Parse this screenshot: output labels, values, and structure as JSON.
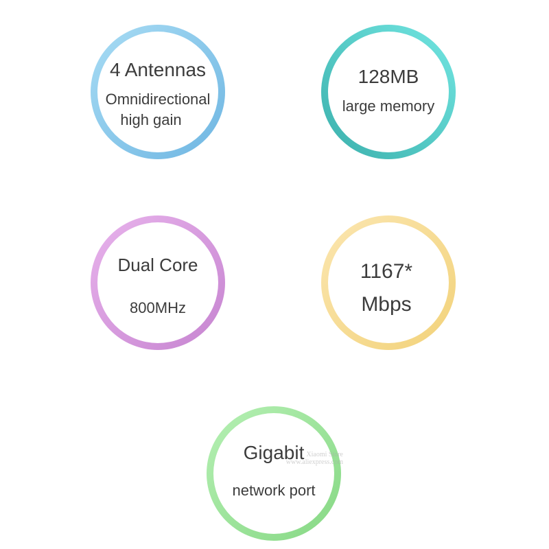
{
  "badges": [
    {
      "lines": [
        "4 Antennas",
        "Omnidirectional",
        "high gain"
      ],
      "ring_colors": [
        "#a8dcf4",
        "#6fb6e2"
      ]
    },
    {
      "lines": [
        "128MB",
        "large memory"
      ],
      "ring_colors": [
        "#72e6e2",
        "#3bb0ac"
      ]
    },
    {
      "lines": [
        "Dual Core",
        "800MHz"
      ],
      "ring_colors": [
        "#e8b3ec",
        "#c684d0"
      ]
    },
    {
      "lines": [
        "1167*",
        "Mbps"
      ],
      "ring_colors": [
        "#fbe6b0",
        "#f2d27a"
      ]
    },
    {
      "lines": [
        "Gigabit",
        "network port"
      ],
      "ring_colors": [
        "#b6f0b4",
        "#86d884"
      ]
    }
  ],
  "watermark": {
    "line1": "Xiaomi Store",
    "line2": "www.aliexpress.com"
  }
}
